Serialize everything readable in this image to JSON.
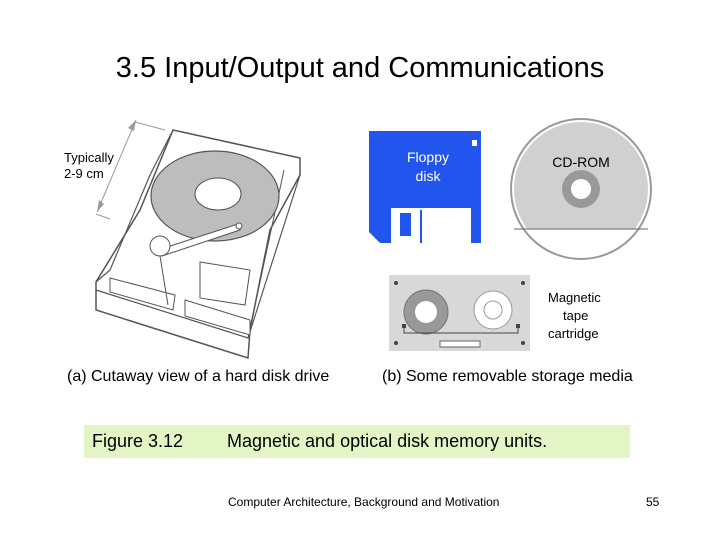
{
  "slide": {
    "title": "3.5  Input/Output and Communications",
    "footer": "Computer Architecture, Background and Motivation",
    "page_number": "55"
  },
  "figure": {
    "hdd": {
      "size_label_line1": "Typically",
      "size_label_line2": "2-9 cm",
      "caption": "(a) Cutaway view of a hard disk drive"
    },
    "media": {
      "floppy_line1": "Floppy",
      "floppy_line2": "disk",
      "cdrom": "CD-ROM",
      "tape_line1": "Magnetic",
      "tape_line2": "tape",
      "tape_line3": "cartridge",
      "caption": "(b) Some removable storage media"
    },
    "caption_number": "Figure 3.12",
    "caption_text": "Magnetic and optical disk memory units."
  },
  "colors": {
    "floppy_blue": "#2255ee",
    "caption_bg": "#e3f5c5",
    "cutaway_gray": "#bdbdbd"
  }
}
